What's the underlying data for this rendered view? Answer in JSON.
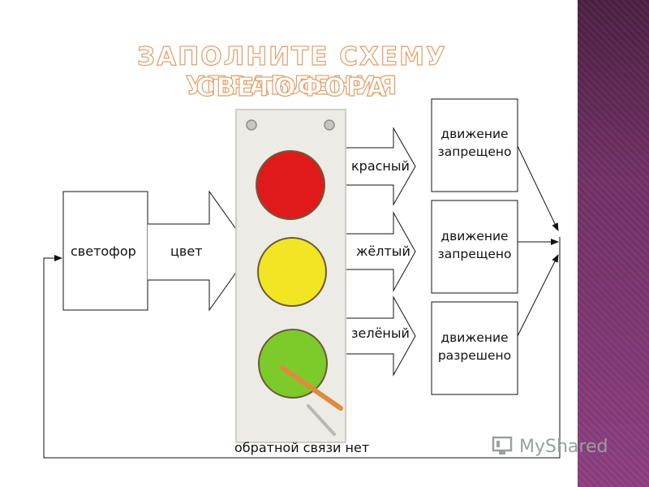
{
  "slide": {
    "title_line1": "ЗАПОЛНИТЕ СХЕМУ УПРАВЛЕНИЯ",
    "title_line2": "СВЕТОФОРА"
  },
  "diagram": {
    "input_box": "светофор",
    "input_arrow": "цвет",
    "branches": [
      {
        "signal": "красный",
        "state": [
          "движение",
          "запрещено"
        ]
      },
      {
        "signal": "жёлтый",
        "state": [
          "движение",
          "запрещено"
        ]
      },
      {
        "signal": "зелёный",
        "state": [
          "движение",
          "разрешено"
        ]
      }
    ],
    "feedback": "обратной связи нет"
  },
  "traffic_light": {
    "lamps": [
      "#e01a1a",
      "#f2e524",
      "#7ccb2a"
    ],
    "housing": "#ecebe6",
    "pointer": "#e08a3c"
  },
  "accent_color": "#7a3570",
  "watermark": "MyShared"
}
